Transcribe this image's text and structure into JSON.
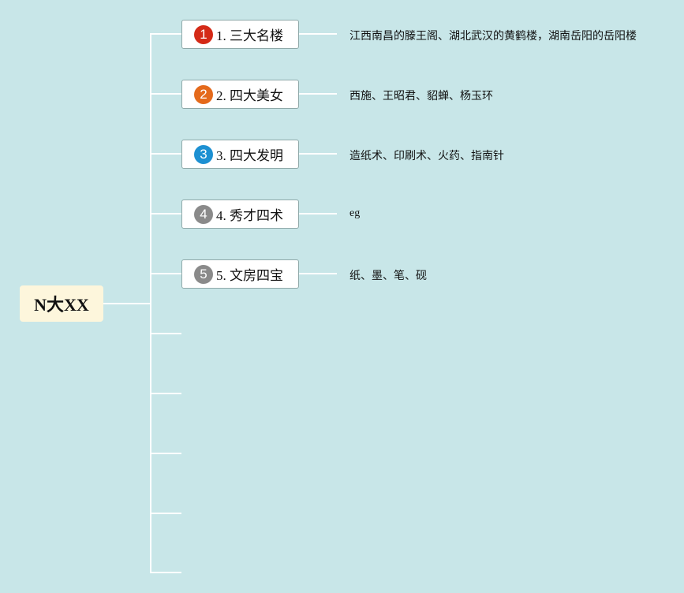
{
  "root": {
    "label": "N大XX"
  },
  "colors": {
    "background": "#c8e6e8",
    "root_fill": "#fdf6dc",
    "connector": "#ffffff",
    "node_border": "#8fa9a9"
  },
  "nodes": [
    {
      "badge": "1",
      "badge_color": "#d42a17",
      "label": "1. 三大名楼",
      "description": "江西南昌的滕王阁、湖北武汉的黄鹤楼，湖南岳阳的岳阳楼"
    },
    {
      "badge": "2",
      "badge_color": "#e46a1c",
      "label": "2. 四大美女",
      "description": "西施、王昭君、貂蝉、杨玉环"
    },
    {
      "badge": "3",
      "badge_color": "#1d90d2",
      "label": "3. 四大发明",
      "description": "造纸术、印刷术、火药、指南针"
    },
    {
      "badge": "4",
      "badge_color": "#8a8a8a",
      "label": "4. 秀才四术",
      "description": "eg"
    },
    {
      "badge": "5",
      "badge_color": "#8a8a8a",
      "label": "5. 文房四宝",
      "description": "纸、墨、笔、砚"
    }
  ],
  "empty_branches": 5
}
